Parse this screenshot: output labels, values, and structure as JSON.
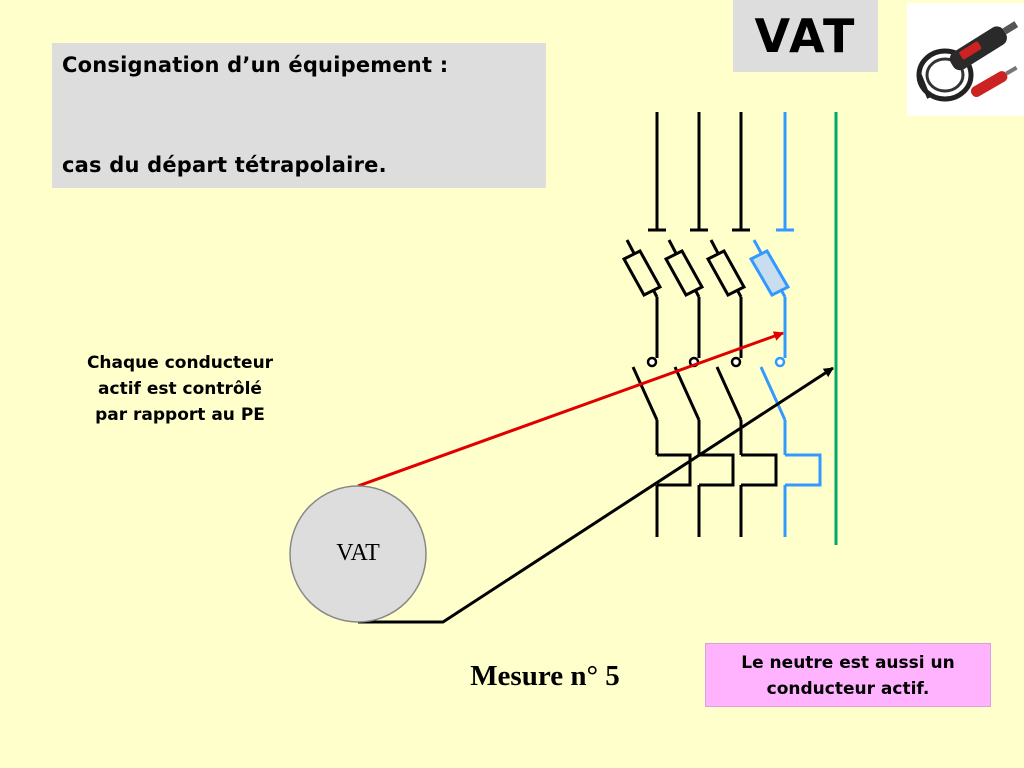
{
  "title": {
    "line1": "Consignation d’un équipement :",
    "line2": "cas du départ tétrapolaire."
  },
  "badge": {
    "text": "VAT"
  },
  "photo": {
    "subject": "tester-photo"
  },
  "left_note": {
    "lines": [
      "Chaque conducteur",
      "actif est contrôlé",
      "par rapport au PE"
    ]
  },
  "meter": {
    "label": "VAT"
  },
  "measure": {
    "label": "Mesure n° 5"
  },
  "neutral_note": {
    "lines": [
      "Le neutre est aussi un",
      "conducteur actif."
    ]
  },
  "colors": {
    "background": "#ffffcc",
    "phase": "#000000",
    "neutral": "#3399ff",
    "pe": "#00aa66",
    "probe_red": "#e00000",
    "note_pink": "#ffb3ff",
    "panel_grey": "#dddddd"
  }
}
